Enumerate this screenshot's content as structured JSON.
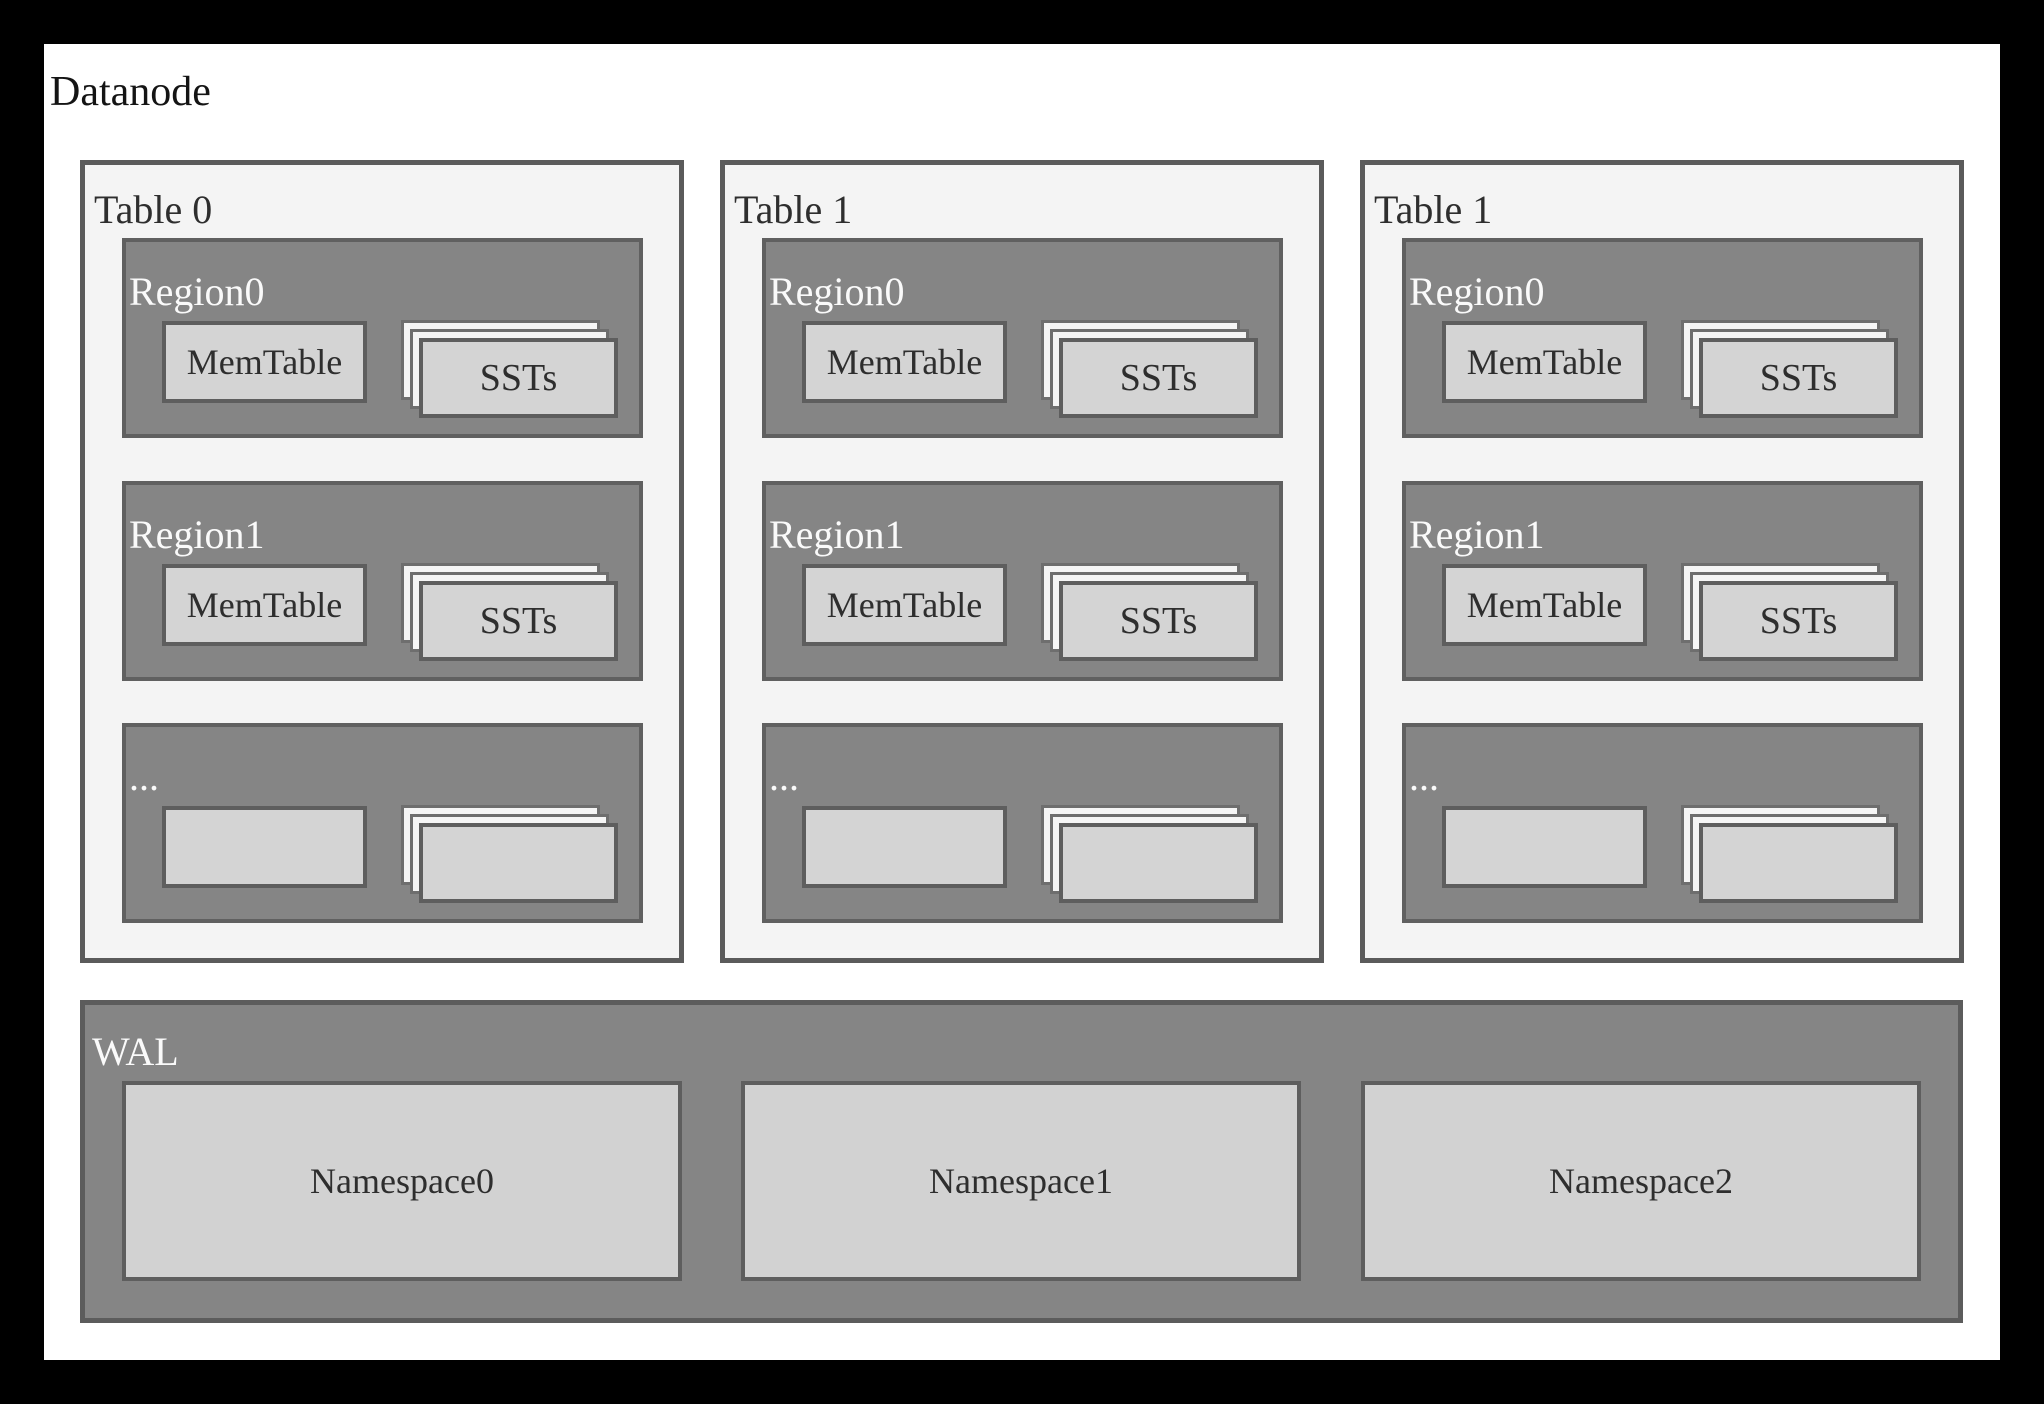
{
  "title": "Datanode",
  "tables": [
    {
      "label": "Table 0",
      "regions": [
        {
          "label": "Region0",
          "memtable_label": "MemTable",
          "ssts_label": "SSTs"
        },
        {
          "label": "Region1",
          "memtable_label": "MemTable",
          "ssts_label": "SSTs"
        },
        {
          "label": "...",
          "memtable_label": "",
          "ssts_label": ""
        }
      ]
    },
    {
      "label": "Table 1",
      "regions": [
        {
          "label": "Region0",
          "memtable_label": "MemTable",
          "ssts_label": "SSTs"
        },
        {
          "label": "Region1",
          "memtable_label": "MemTable",
          "ssts_label": "SSTs"
        },
        {
          "label": "...",
          "memtable_label": "",
          "ssts_label": ""
        }
      ]
    },
    {
      "label": "Table 1",
      "regions": [
        {
          "label": "Region0",
          "memtable_label": "MemTable",
          "ssts_label": "SSTs"
        },
        {
          "label": "Region1",
          "memtable_label": "MemTable",
          "ssts_label": "SSTs"
        },
        {
          "label": "...",
          "memtable_label": "",
          "ssts_label": ""
        }
      ]
    }
  ],
  "wal": {
    "label": "WAL",
    "namespaces": [
      {
        "label": "Namespace0"
      },
      {
        "label": "Namespace1"
      },
      {
        "label": "Namespace2"
      }
    ]
  },
  "colors": {
    "frame": "#000000",
    "panel_bg": "#ffffff",
    "table_bg": "#f4f4f4",
    "table_border": "#5b5b5b",
    "region_bg": "#858585",
    "region_border": "#606060",
    "box_bg": "#d4d4d4",
    "box_border": "#5e5e5e",
    "stack_sheet_bg": "#f5f5f5",
    "stack_sheet_border": "#6e6e6e",
    "text_dark": "#2e2e2e",
    "text_light": "#fafafa"
  }
}
